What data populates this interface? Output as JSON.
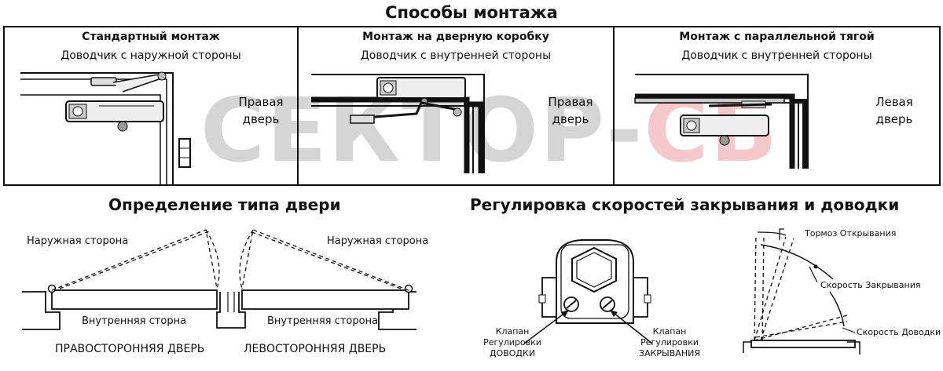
{
  "header": {
    "title": "Способы монтажа"
  },
  "watermark": {
    "text_main": "СЕКТОР-",
    "text_accent": "СБ",
    "color_main": "#c8c8c8",
    "color_accent": "#f2b8b8"
  },
  "mounting": [
    {
      "title": "Стандартный монтаж",
      "subtitle": "Доводчик с наружной стороны",
      "door_line1": "Правая",
      "door_line2": "дверь"
    },
    {
      "title": "Монтаж на дверную коробку",
      "subtitle": "Доводчик с внутренней стороны",
      "door_line1": "Правая",
      "door_line2": "дверь"
    },
    {
      "title": "Монтаж с параллельной тягой",
      "subtitle": "Доводчик с внутренней стороны",
      "door_line1": "Левая",
      "door_line2": "дверь"
    }
  ],
  "door_type": {
    "title": "Определение типа двери",
    "right": {
      "outside": "Наружная сторона",
      "inside": "Внутренняя сторна",
      "caption": "ПРАВОСТОРОННЯЯ ДВЕРЬ"
    },
    "left": {
      "outside": "Наружная сторона",
      "inside": "Внутренняя сторона",
      "caption": "ЛЕВОСТОРОННЯЯ ДВЕРЬ"
    }
  },
  "speed": {
    "title": "Регулировка скоростей закрывания и доводки",
    "valve_latch": {
      "line1": "Клапан",
      "line2": "Регулировки",
      "line3": "ДОВОДКИ"
    },
    "valve_close": {
      "line1": "Клапан",
      "line2": "Регулировки",
      "line3": "ЗАКРЫВАНИЯ"
    },
    "brake": "Тормоз Открывания",
    "close_speed": "Скорость Закрывания",
    "latch_speed": "Скорость Доводки"
  }
}
